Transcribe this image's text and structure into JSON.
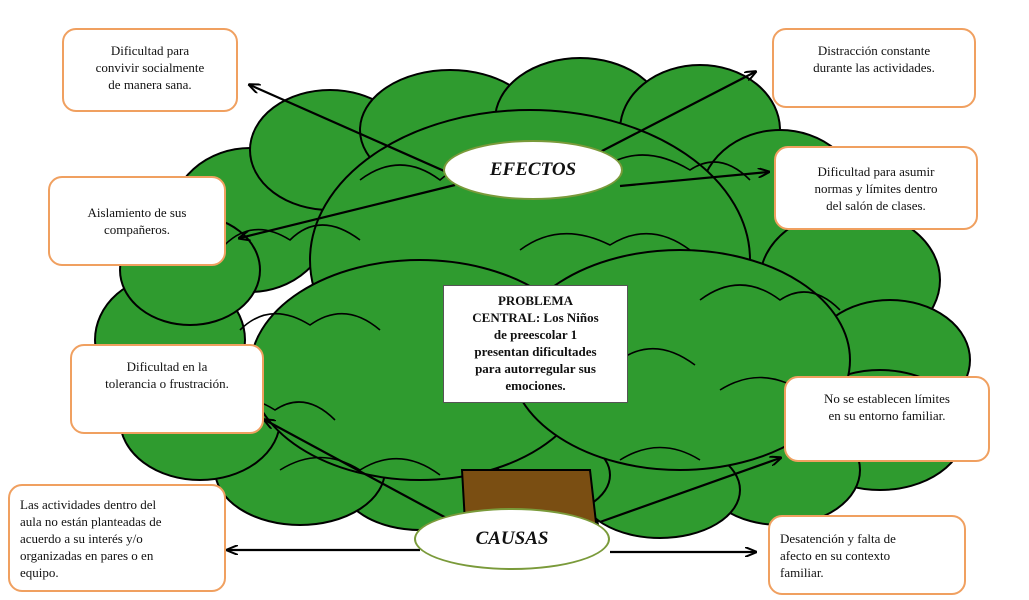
{
  "diagram": {
    "effects_label": "EFECTOS",
    "causes_label": "CAUSAS",
    "central_problem": "PROBLEMA\nCENTRAL: Los Niños\nde preescolar 1\npresentan dificultades\npara autorregular sus\nemociones.",
    "effects": [
      "Dificultad para\nconvivir socialmente\nde manera sana.",
      "Aislamiento de sus\ncompañeros.",
      "Distracción constante\ndurante las actividades.",
      "Dificultad para asumir\nnormas y límites dentro\ndel salón de clases."
    ],
    "causes": [
      "Dificultad en la\ntolerancia o frustración.",
      "Las actividades dentro del\naula no están planteadas de\nacuerdo a su interés y/o\norganizadas en pares o en\nequipo.",
      "No se establecen límites\nen su entorno familiar.",
      "Desatención y falta de\nafecto en su contexto\nfamiliar."
    ],
    "colors": {
      "foliage": "#2f9b2f",
      "foliage_outline": "#000000",
      "trunk": "#7a4e12",
      "box_border": "#f0a060",
      "oval_border": "#7a9a3a",
      "arrow": "#000000"
    }
  }
}
